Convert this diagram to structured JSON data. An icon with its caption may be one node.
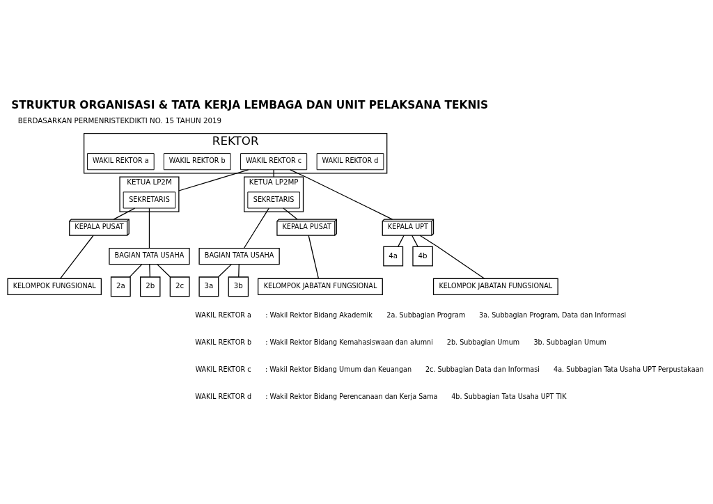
{
  "diagram": {
    "title": "STRUKTUR ORGANISASI & TATA KERJA LEMBAGA DAN UNIT PELAKSANA TEKNIS",
    "nodes": [
      {
        "text": [
          "REKTOR"
        ]
      },
      {
        "text": [
          "WAKIL REKTOR a"
        ],
        "in": 0
      },
      {
        "text": [
          "WAKIL REKTOR b"
        ],
        "in": 0
      },
      {
        "text": [
          "WAKIL REKTOR c"
        ],
        "in": 0
      },
      {
        "text": [
          "WAKIL REKTOR d"
        ],
        "in": 0
      },
      {
        "text": [
          "KETUA LP2M"
        ]
      },
      {
        "text": [
          "SEKRETARIS"
        ],
        "in": 5
      },
      {
        "text": [
          "KETUA LP2MP"
        ]
      },
      {
        "text": [
          "SEKRETARIS"
        ],
        "in": 7
      },
      {
        "text": [
          "KEPALA PUSAT"
        ]
      },
      {
        "text": [
          "BAGIAN TATA USAHA"
        ]
      },
      {
        "text": [
          "2a"
        ]
      },
      {
        "text": [
          "2b"
        ]
      },
      {
        "text": [
          "2c"
        ]
      },
      {
        "text": [
          "KELOMPOK FUNGSIONAL"
        ]
      },
      {
        "text": [
          "BAGIAN TATA USAHA"
        ]
      },
      {
        "text": [
          "3a"
        ]
      },
      {
        "text": [
          "3b"
        ]
      },
      {
        "text": [
          "KEPALA PUSAT"
        ]
      },
      {
        "text": [
          "KELOMPOK JABATAN FUNGSIONAL"
        ]
      },
      {
        "text": [
          "KEPALA UPT"
        ]
      },
      {
        "text": [
          "4a"
        ]
      },
      {
        "text": [
          "4b"
        ]
      },
      {
        "text": [
          "KELOMPOK JABATAN FUNGSIONAL"
        ]
      }
    ],
    "edges": [
      {
        "from": 3,
        "to": 5,
        "arrow": "none"
      },
      {
        "from": 3,
        "to": 7,
        "arrow": "none"
      },
      {
        "from": 3,
        "to": 20,
        "arrow": "none"
      },
      {
        "from": 6,
        "to": 10,
        "arrow": "none"
      },
      {
        "from": 6,
        "to": 9,
        "arrow": "none"
      },
      {
        "from": 10,
        "to": 11,
        "arrow": "none"
      },
      {
        "from": 10,
        "to": 12,
        "arrow": "none"
      },
      {
        "from": 10,
        "to": 13,
        "arrow": "none"
      },
      {
        "from": 9,
        "to": 14,
        "arrow": "none"
      },
      {
        "from": 8,
        "to": 15,
        "arrow": "none"
      },
      {
        "from": 8,
        "to": 18,
        "arrow": "none"
      },
      {
        "from": 15,
        "to": 16,
        "arrow": "none"
      },
      {
        "from": 15,
        "to": 17,
        "arrow": "none"
      },
      {
        "from": 18,
        "to": 19,
        "arrow": "none"
      },
      {
        "from": 20,
        "to": 21,
        "arrow": "none"
      },
      {
        "from": 20,
        "to": 22,
        "arrow": "none"
      },
      {
        "from": 20,
        "to": 23,
        "arrow": "none"
      }
    ],
    "labels": [
      "BERDASARKAN PERMENRISTEKDIKTI NO. 15 TAHUN 2019",
      "WAKIL REKTOR a",
      ": Wakil Rektor Bidang Akademik",
      "WAKIL REKTOR b",
      ": Wakil Rektor Bidang Kemahasiswaan dan alumni",
      "WAKIL REKTOR c",
      ": Wakil Rektor Bidang Umum dan Keuangan",
      "WAKIL REKTOR d",
      ": Wakil Rektor Bidang Perencanaan dan Kerja Sama",
      "2a. Subbagian Program",
      "2b. Subbagian Umum",
      "2c. Subbagian Data dan Informasi",
      "3a. Subbagian Program, Data dan Informasi",
      "3b. Subbagian Umum",
      "4a. Subbagian Tata Usaha UPT Perpustakaan",
      "4b. Subbagian Tata Usaha UPT TIK"
    ]
  }
}
